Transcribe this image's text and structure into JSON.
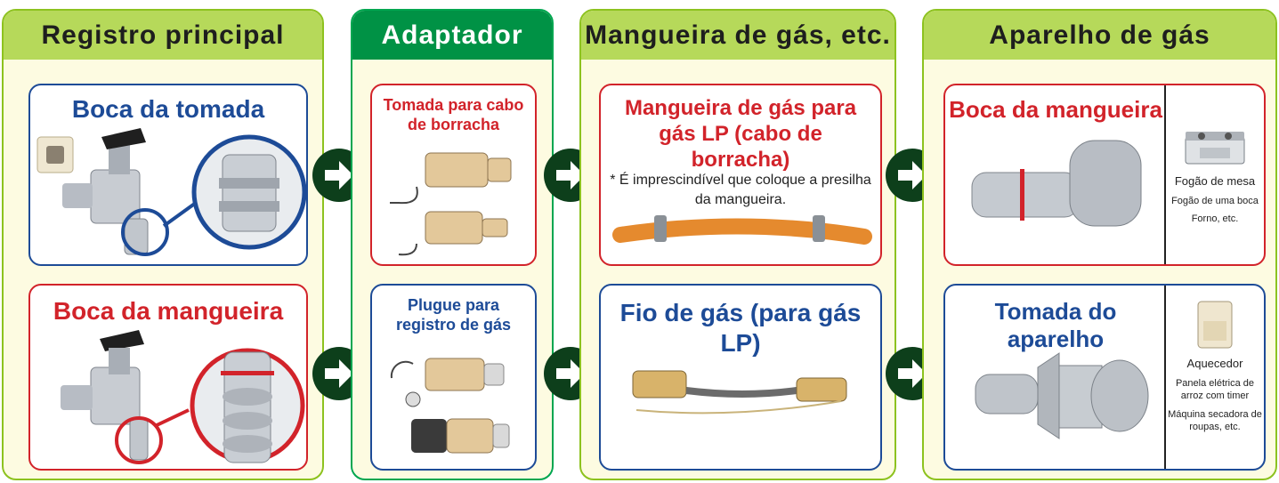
{
  "columns": {
    "registro": {
      "title": "Registro principal",
      "card1": "Boca da tomada",
      "card2": "Boca da mangueira"
    },
    "adaptador": {
      "title": "Adaptador",
      "card1": "Tomada para cabo de borracha",
      "card2": "Plugue para registro de gás"
    },
    "mangueira": {
      "title": "Mangueira de gás, etc.",
      "card1": "Mangueira de gás para gás LP (cabo de borracha)",
      "card1_note": "* É imprescindível que coloque a presilha da mangueira.",
      "card2": "Fio de gás (para gás LP)"
    },
    "aparelho": {
      "title": "Aparelho de gás",
      "card1": "Boca da mangueira",
      "card1_side_main": "Fogão de mesa",
      "card1_side_sub1": "Fogão de uma boca",
      "card1_side_sub2": "Forno, etc.",
      "card2": "Tomada do aparelho",
      "card2_side_main": "Aquecedor",
      "card2_side_sub1": "Panela elétrica de arroz com timer",
      "card2_side_sub2": "Máquina secadora de roupas, etc."
    }
  },
  "icons": {
    "arrow": "right-arrow-icon"
  },
  "colors": {
    "blue": "#1d4b97",
    "red": "#d2232a",
    "green_dark": "#0d3f1b",
    "header_light": "#b6d95a",
    "header_dark": "#009245",
    "panel_bg": "#fdfbe1"
  }
}
